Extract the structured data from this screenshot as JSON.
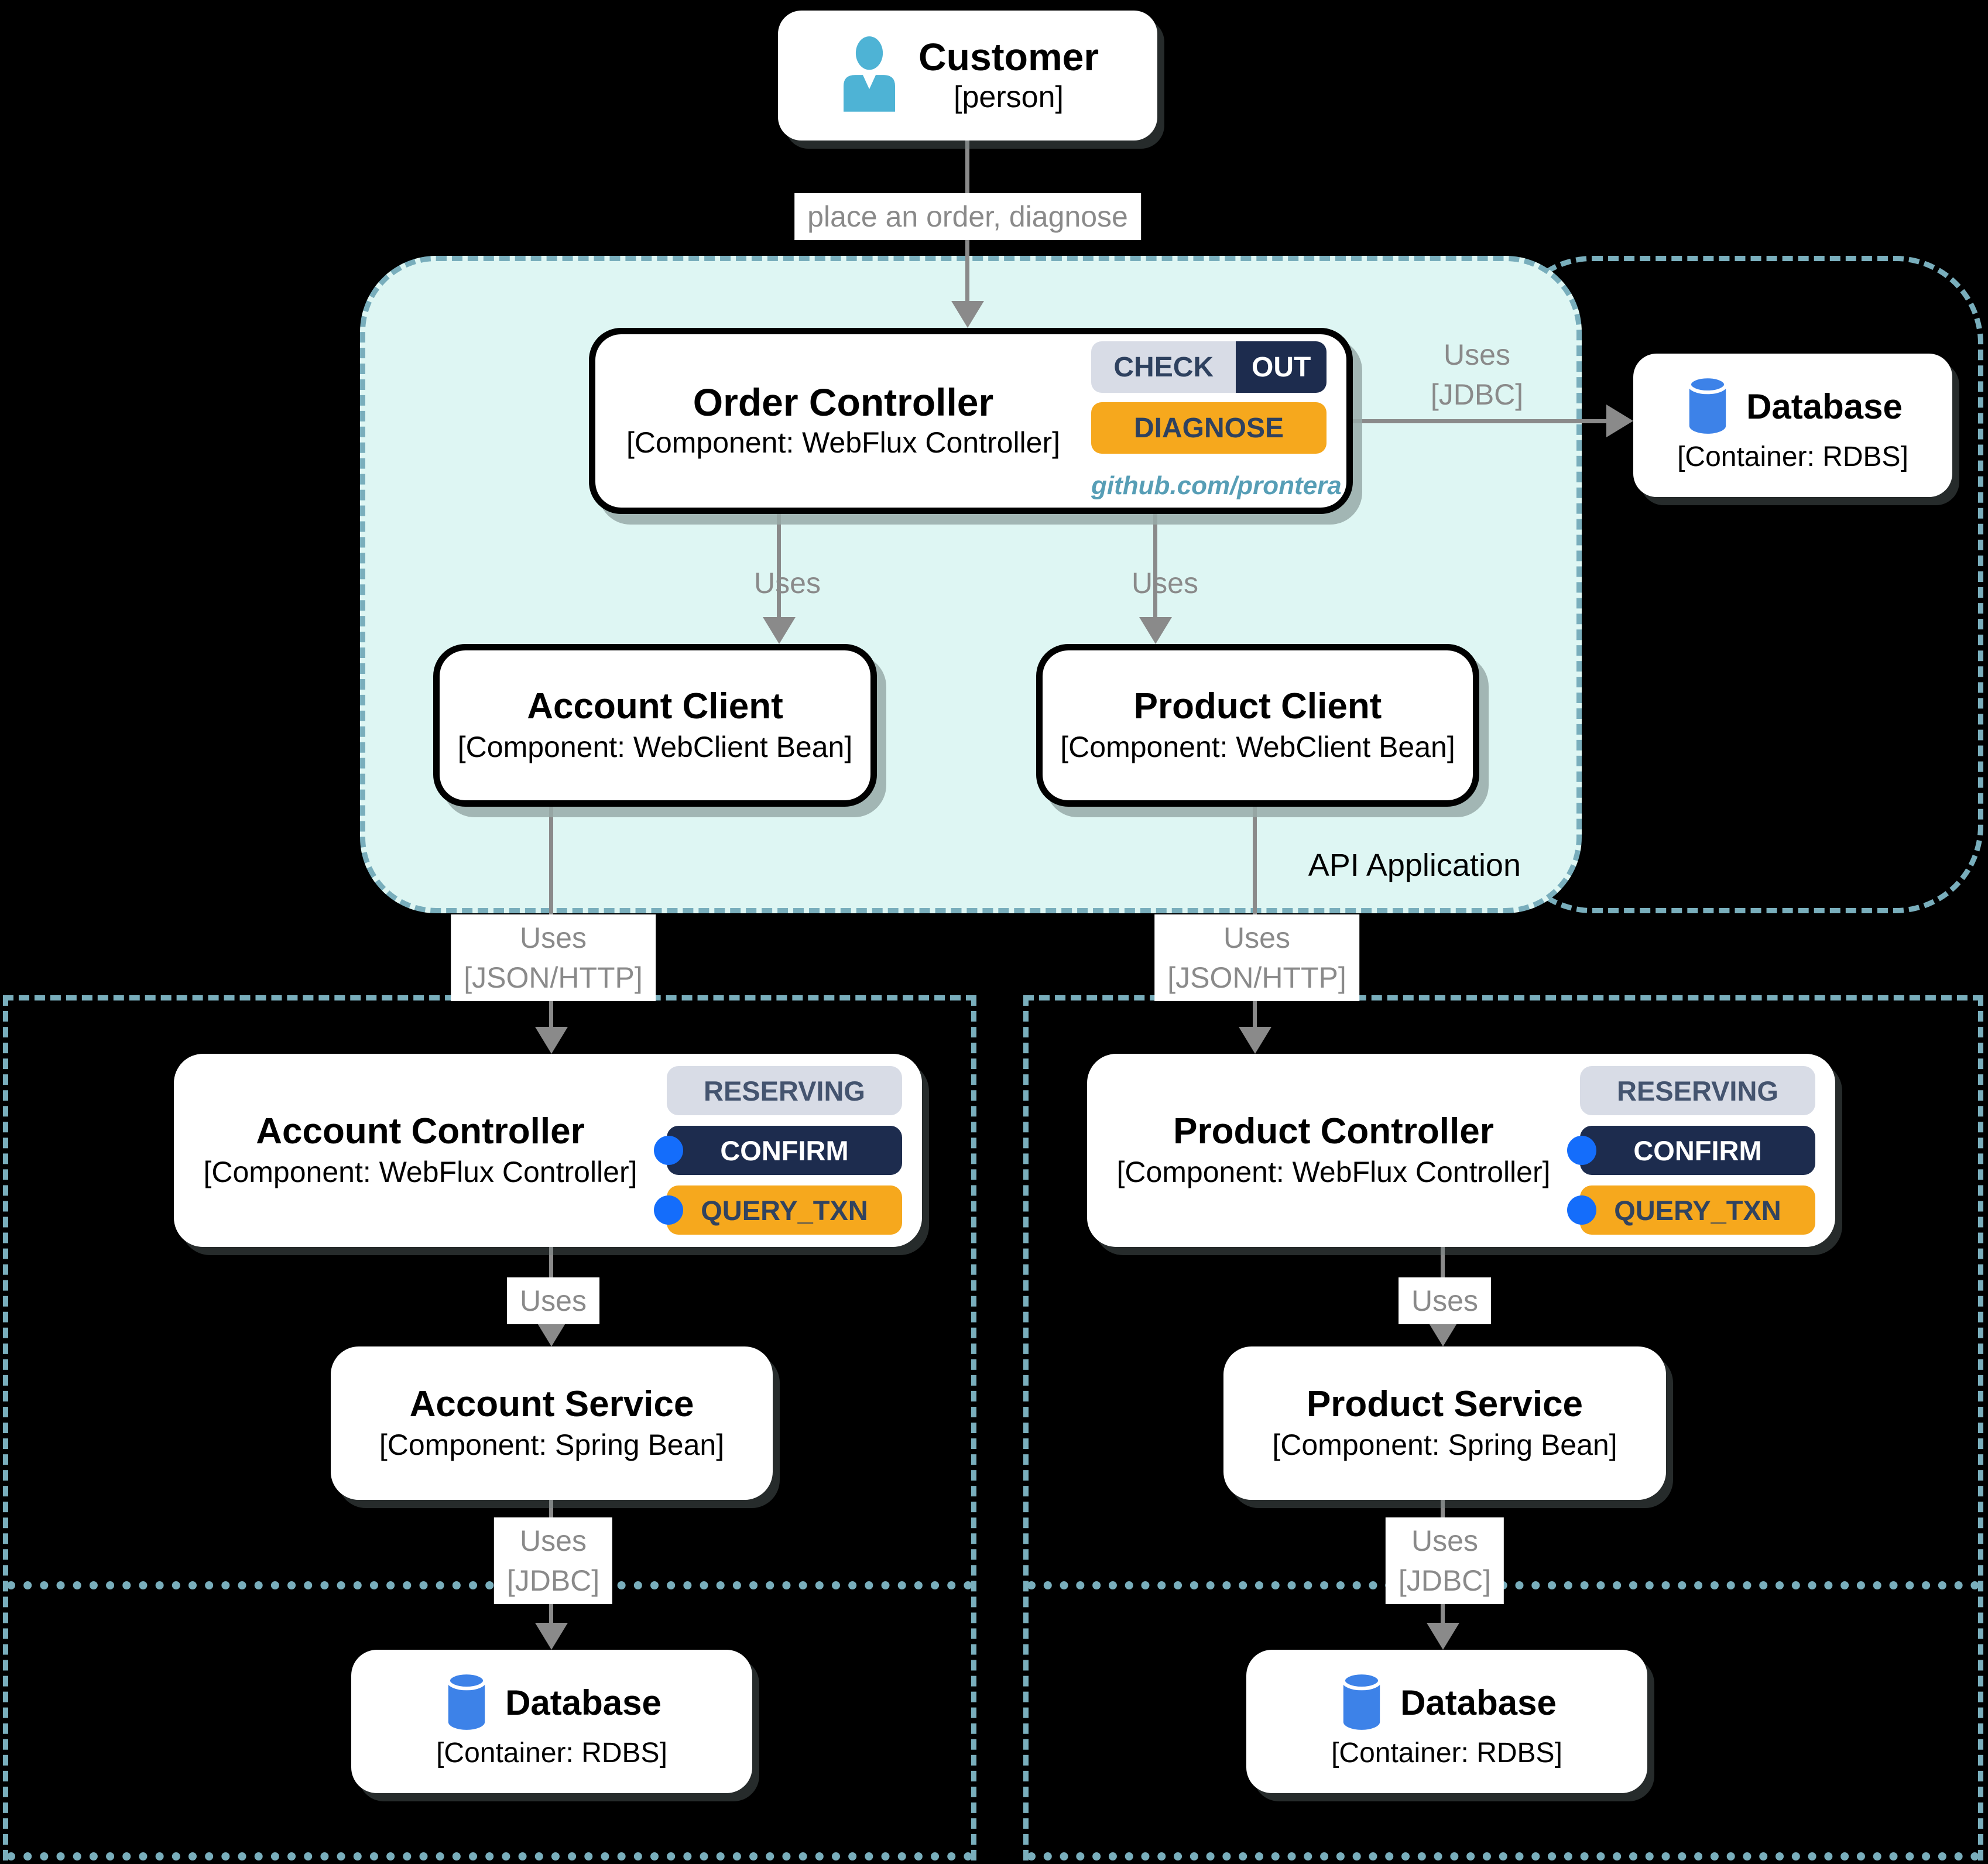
{
  "boundaries": {
    "api_application": "API Application"
  },
  "edge_labels": {
    "place_order": "place an order, diagnose",
    "uses": "Uses",
    "jdbc": "[JDBC]",
    "json_http": "[JSON/HTTP]"
  },
  "nodes": {
    "customer": {
      "title": "Customer",
      "subtitle": "[person]"
    },
    "order_controller": {
      "title": "Order Controller",
      "subtitle": "[Component: WebFlux Controller]",
      "badge_check": "CHECK",
      "badge_out": "OUT",
      "badge_diagnose": "DIAGNOSE",
      "link": "github.com/prontera"
    },
    "account_client": {
      "title": "Account Client",
      "subtitle": "[Component: WebClient Bean]"
    },
    "product_client": {
      "title": "Product Client",
      "subtitle": "[Component: WebClient Bean]"
    },
    "database_api": {
      "title": "Database",
      "subtitle": "[Container: RDBS]"
    },
    "account_controller": {
      "title": "Account Controller",
      "subtitle": "[Component: WebFlux Controller]",
      "badge_reserving": "RESERVING",
      "badge_confirm": "CONFIRM",
      "badge_query": "QUERY_TXN"
    },
    "product_controller": {
      "title": "Product Controller",
      "subtitle": "[Component: WebFlux Controller]",
      "badge_reserving": "RESERVING",
      "badge_confirm": "CONFIRM",
      "badge_query": "QUERY_TXN"
    },
    "account_service": {
      "title": "Account Service",
      "subtitle": "[Component: Spring Bean]"
    },
    "product_service": {
      "title": "Product Service",
      "subtitle": "[Component: Spring Bean]"
    },
    "database_account": {
      "title": "Database",
      "subtitle": "[Container: RDBS]"
    },
    "database_product": {
      "title": "Database",
      "subtitle": "[Container: RDBS]"
    }
  },
  "colors": {
    "background": "#000000",
    "region_fill": "#def6f3",
    "boundary_dash": "#79aebc",
    "badge_gray_bg": "#d8dce6",
    "badge_navy_bg": "#1d2c4e",
    "badge_orange_bg": "#f6a81d",
    "badge_dark_text": "#2e415f",
    "dot_blue": "#146dfb",
    "person_icon_blue": "#4eb3d5",
    "database_icon_blue": "#3d82e8",
    "link_teal": "#579eb6",
    "arrow_gray": "#8a8a8a"
  }
}
